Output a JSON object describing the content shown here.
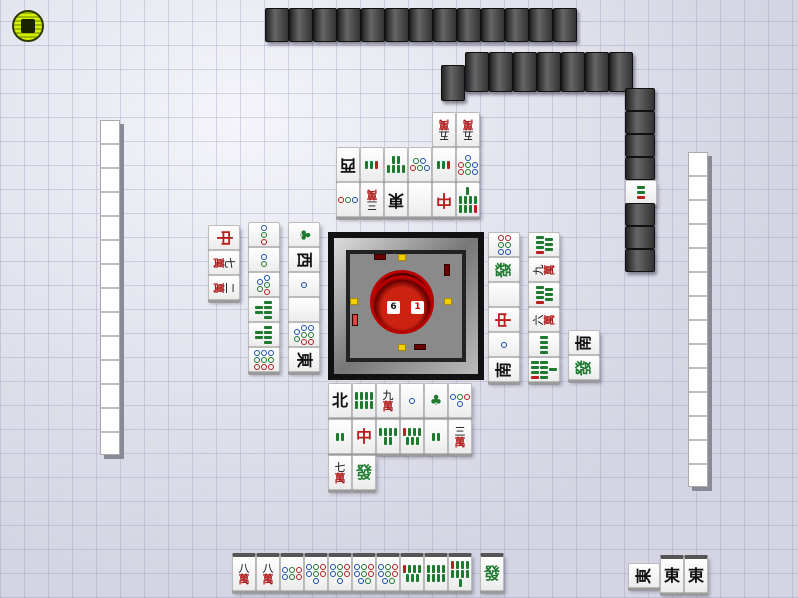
{
  "status_icon": "round-indicator-icon",
  "dice": [
    6,
    1
  ],
  "player": {
    "hand": [
      "8m",
      "8m",
      "6p",
      "7p",
      "7p",
      "8p",
      "8p",
      "7s",
      "8s",
      "9s"
    ],
    "drawn": "Fz",
    "meld": [
      "Ez",
      "Ez",
      "Ez"
    ]
  },
  "discards": {
    "south": [
      [
        "Nz",
        "8s",
        "9m",
        "1p",
        "1s",
        "4p"
      ],
      [
        "2s",
        "Cz",
        "6s",
        "7s",
        "2s",
        "3m"
      ],
      [
        "7m",
        "Fz"
      ]
    ],
    "north": [
      [
        "5m",
        "5m"
      ],
      [
        "Wz",
        "3s",
        "6s",
        "5p",
        "3s",
        "7p"
      ],
      [
        "3p",
        "3m",
        "Ez",
        "Pz",
        "Cz",
        "9s"
      ]
    ],
    "west": [
      [
        "Cz",
        "7m",
        "2m"
      ],
      [
        "3p",
        "2p",
        "5p",
        "6s",
        "6s",
        "9p"
      ],
      [
        "1s",
        "Wz",
        "1p",
        "Pz",
        "8p",
        "Ez"
      ]
    ],
    "east": [
      [
        "6p",
        "Fz",
        "Pz",
        "Cz",
        "1p",
        "Sz"
      ],
      [
        "7s",
        "9m",
        "7s",
        "6m",
        "4s",
        "9s"
      ],
      [
        "Sz",
        "Fz"
      ]
    ]
  },
  "right_opponent": {
    "revealed": "3s"
  },
  "colors": {
    "accent": "#c8e000",
    "pot": "#c21a10"
  }
}
